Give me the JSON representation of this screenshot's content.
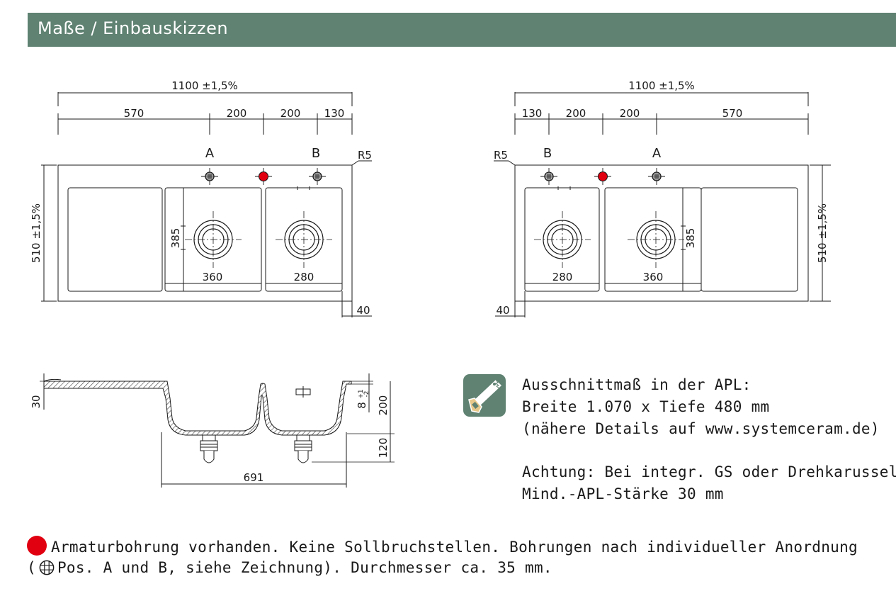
{
  "header": {
    "title": "Maße / Einbauskizzen"
  },
  "left_drawing": {
    "overall_width": "1100 ±1,5%",
    "segments": [
      "570",
      "200",
      "200",
      "130"
    ],
    "pos_a": "A",
    "pos_b": "B",
    "radius": "R5",
    "overall_depth": "510 ±1,5%",
    "bowl_depth": "385",
    "bowl_large_width": "360",
    "bowl_small_width": "280",
    "edge_offset": "40"
  },
  "right_drawing": {
    "overall_width": "1100 ±1,5%",
    "segments": [
      "130",
      "200",
      "200",
      "570"
    ],
    "pos_a": "A",
    "pos_b": "B",
    "radius": "R5",
    "overall_depth": "510 ±1,5%",
    "bowl_depth": "385",
    "bowl_large_width": "360",
    "bowl_small_width": "280",
    "edge_offset": "40"
  },
  "section_drawing": {
    "thickness": "30",
    "tolerance": "8",
    "tolerance_plus": "+1",
    "tolerance_minus": "-2",
    "depth": "200",
    "drain_depth": "120",
    "bowl_span": "691"
  },
  "info": {
    "line1": "Ausschnittmaß in der APL:",
    "line2": "Breite 1.070 x Tiefe 480 mm",
    "line3": "(nähere Details auf www.systemceram.de)",
    "line4": "Achtung: Bei integr. GS oder Drehkarussell",
    "line5": "Mind.-APL-Stärke 30 mm"
  },
  "legend": {
    "line1": "Armaturbohrung vorhanden. Keine Sollbruchstellen. Bohrungen nach individueller Anordnung",
    "line2_prefix": "(",
    "line2_rest": "Pos. A und B, siehe Zeichnung). Durchmesser ca. 35 mm."
  },
  "colors": {
    "header_bg": "#5f8272",
    "tap_hole": "#e00010",
    "line": "#1a1a1a"
  },
  "icons": [
    "saw-icon",
    "tap-hole-dot-icon",
    "knockout-grid-icon"
  ]
}
